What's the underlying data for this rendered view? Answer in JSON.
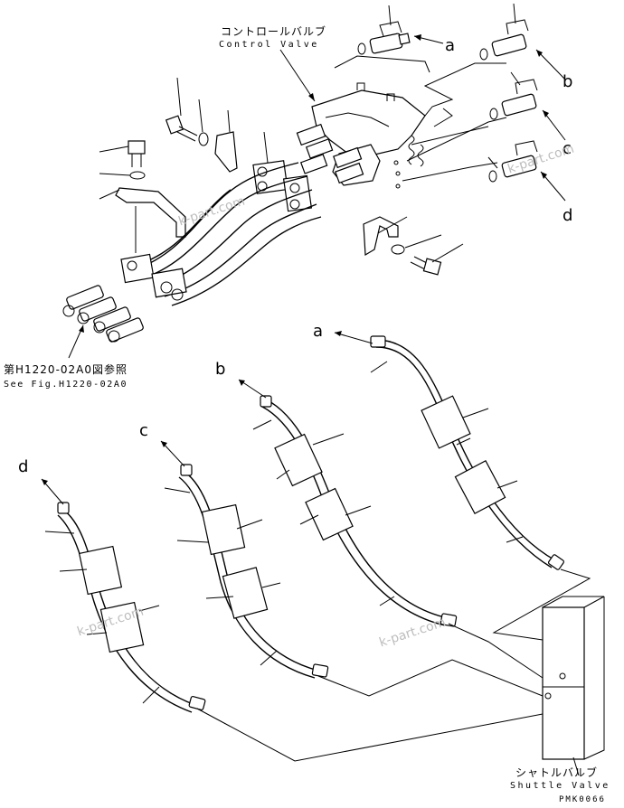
{
  "labels": {
    "control_valve_jp": "コントロールバルブ",
    "control_valve_en": "Control Valve",
    "shuttle_valve_jp": "シャトルバルブ",
    "shuttle_valve_en": "Shuttle Valve",
    "see_fig_jp": "第H1220-02A0図参照",
    "see_fig_en": "See Fig.H1220-02A0",
    "page_code": "PMK0066"
  },
  "callouts": {
    "top": [
      "a",
      "b",
      "c",
      "d"
    ],
    "hoses": [
      "a",
      "b",
      "c",
      "d"
    ]
  },
  "watermark": "k-part.com"
}
